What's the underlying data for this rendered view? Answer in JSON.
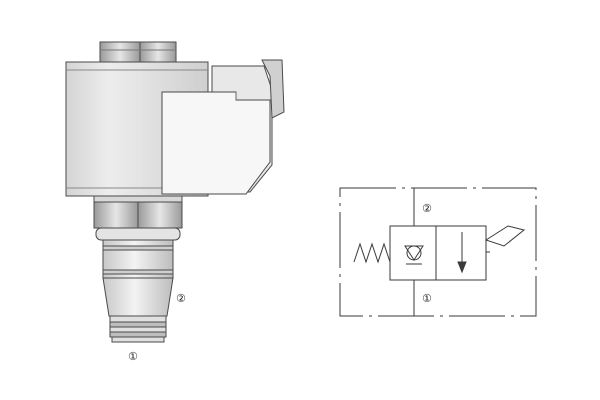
{
  "figure": {
    "photo_port_labels": {
      "side_port": "②",
      "bottom_port": "①"
    },
    "symbol_port_labels": {
      "top_port": "②",
      "bottom_port": "①"
    }
  },
  "colors": {
    "stroke": "#3a3a3a",
    "body_light": "#f2f2f2",
    "body_mid": "#d9d9d9",
    "body_dark": "#a8a8a8",
    "text": "#222222"
  },
  "icons": {
    "spring": "spring-icon",
    "check_valve": "check-valve-icon",
    "flow_arrow": "flow-arrow-icon",
    "solenoid": "solenoid-icon"
  }
}
